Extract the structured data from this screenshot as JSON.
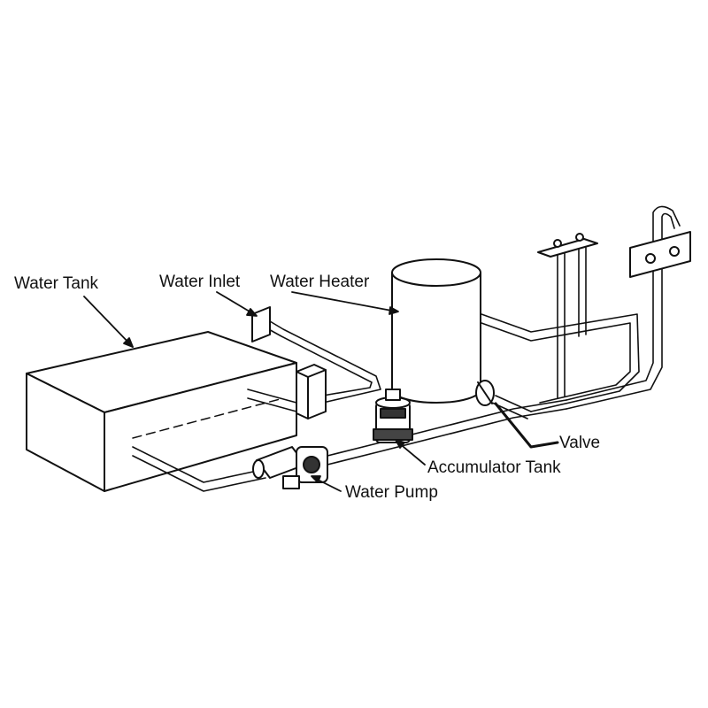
{
  "diagram": {
    "labels": {
      "water_tank": "Water Tank",
      "water_inlet": "Water Inlet",
      "water_heater": "Water Heater",
      "valve": "Valve",
      "accumulator_tank": "Accumulator Tank",
      "water_pump": "Water Pump"
    },
    "colors": {
      "line": "#111111",
      "background": "#ffffff"
    }
  }
}
